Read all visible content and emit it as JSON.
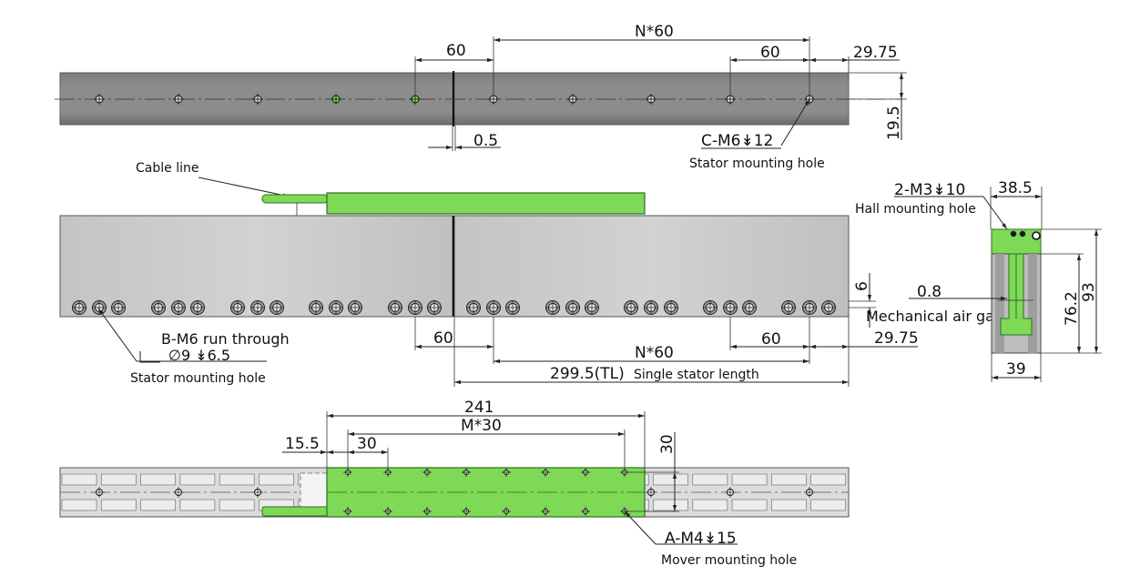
{
  "top_view": {
    "dim_pitch_left": "60",
    "dim_pitch_n": "N*60",
    "dim_pitch_right": "60",
    "dim_end_offset": "29.75",
    "dim_height": "19.5",
    "dim_gap": "0.5",
    "hole_callout": "C-M6↡12",
    "hole_label": "Stator mounting hole"
  },
  "side_view": {
    "cable_label": "Cable line",
    "dim_edge": "6",
    "mech_gap_value": "0.8",
    "mech_gap_label": "Mechanical air gap",
    "dim_pitch_left": "60",
    "dim_pitch_n": "N*60",
    "dim_pitch_right": "60",
    "dim_end_offset": "29.75",
    "dim_total": "299.5(TL)",
    "dim_total_label": "Single stator length",
    "through_hole": "B-M6 run through",
    "counterbore": "∅9 ↡6.5",
    "hole_label": "Stator mounting hole"
  },
  "end_view": {
    "hall_callout": "2-M3↡10",
    "hall_label": "Hall mounting hole",
    "dim_width_top": "38.5",
    "dim_height_inner": "76.2",
    "dim_height_total": "93",
    "dim_width_bottom": "39"
  },
  "bottom_view": {
    "dim_mover_length": "241",
    "dim_m_pitch": "M*30",
    "dim_edge": "15.5",
    "dim_pitch": "30",
    "dim_vertical": "30",
    "hole_callout": "A-M4↡15",
    "hole_label": "Mover mounting hole"
  },
  "colors": {
    "mover_green": "#7ed957",
    "mover_dark": "#3a8a2a",
    "stator_gray": "#bdbdbd",
    "stator_dark": "#6e6e6e",
    "line": "#222222"
  }
}
